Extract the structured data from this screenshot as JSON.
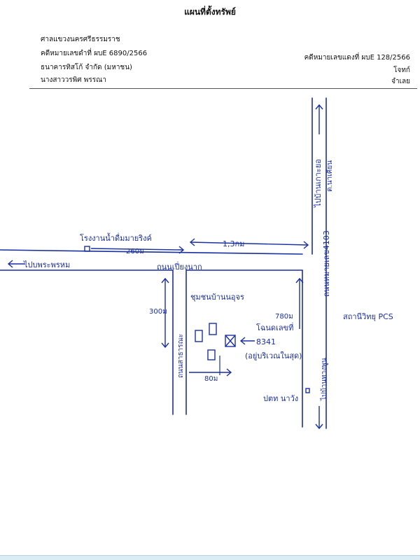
{
  "title": "แผนที่ตั้งทรัพย์",
  "header_left": [
    "ศาลแขวงนครศรีธรรมราช",
    "คดีหมายเลขดำที่ ผบE 6890/2566",
    "ธนาคารทิสโก้ จำกัด (มหาชน)",
    "นางสาววรพิศ พรรณา"
  ],
  "header_right": [
    "คดีหมายเลขแดงที่ ผบE 128/2566",
    "โจทก์",
    "จำเลย"
  ],
  "map": {
    "ink_color": "#1a2fa0",
    "labels": {
      "factory": "โรงงานน้ำดื่มมายริงค์",
      "dist_260": "260ม",
      "dist_13km": "1,3กม",
      "to_phaphrom": "ไปบพระพรหม",
      "road_main": "ถนนเปี่ยงนาก",
      "to_top": "ไปบ้านเกาะยอ",
      "to_top_sub": "ต.นาเคียน",
      "road_vertical": "ถนนหมายเลข4103",
      "village": "ชุมชนบ้านนอุจร",
      "dist_300": "300ม",
      "dist_780": "780ม",
      "deed_label": "โฉนดเลขที่",
      "deed_number": "8341",
      "deed_note": "(อยู่บริเวณในสุด)",
      "dist_80": "80ม",
      "side_road": "ถนนสาธารณะ",
      "pcs": "สถานีวิทยุ PCS",
      "to_bottom": "ไปบ้านทางพูน",
      "pump": "ปตท นาวัง"
    }
  }
}
